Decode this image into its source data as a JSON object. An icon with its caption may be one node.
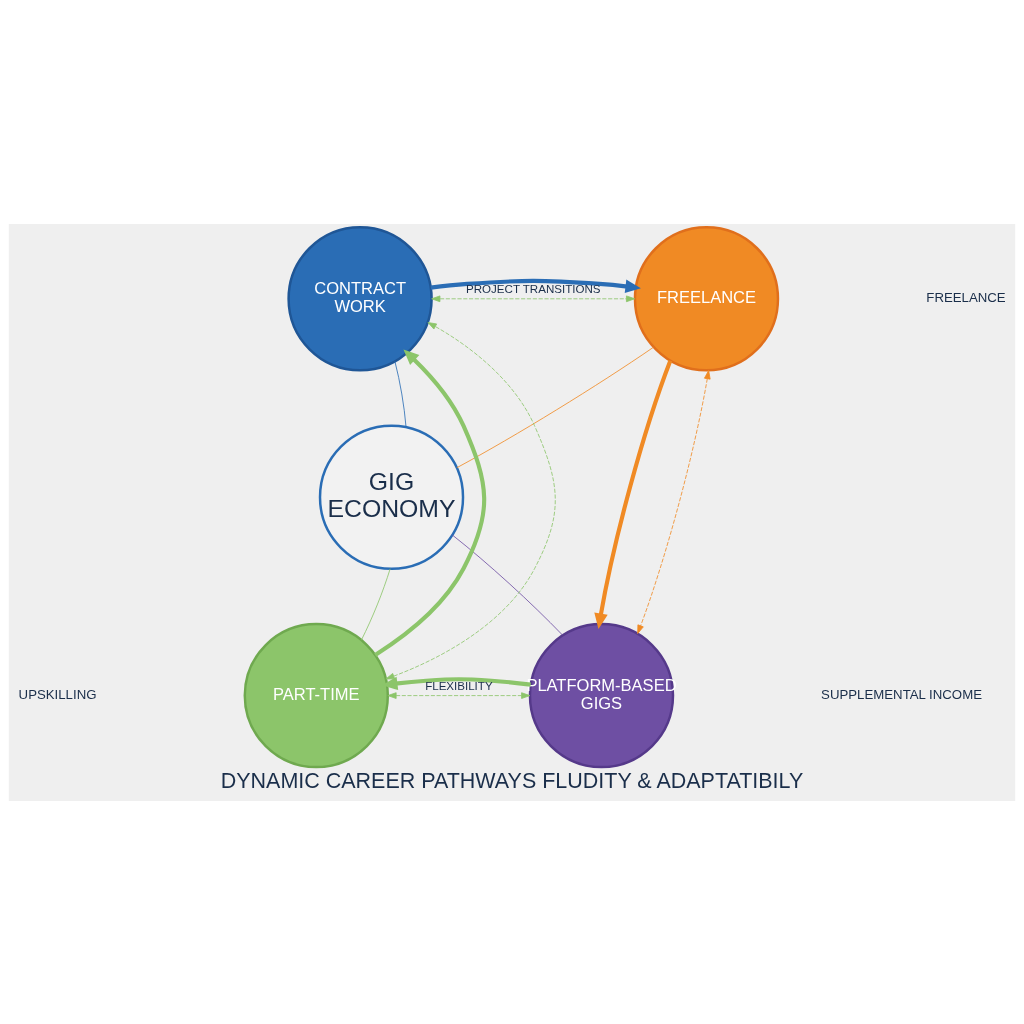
{
  "diagram": {
    "caption": "DYNAMIC CAREER PATHWAYS FLUDITY & ADAPTATIBILY",
    "nodes": [
      {
        "text": [
          "GIG ECONOMY"
        ]
      },
      {
        "text": [
          "CONTRACT WORK"
        ]
      },
      {
        "text": [
          "FREELANCE"
        ]
      },
      {
        "text": [
          "PLATFORM-BASED GIGS"
        ]
      },
      {
        "text": [
          "PART-TIME"
        ]
      }
    ],
    "edges": [
      {
        "from": 1,
        "to": 2,
        "arrow": "to",
        "style": "thick",
        "color": "#2a6db5"
      },
      {
        "from": 1,
        "to": 2,
        "arrow": "both",
        "style": "dashed",
        "label": "PROJECT TRANSITIONS"
      },
      {
        "from": 2,
        "to": 3,
        "arrow": "to",
        "style": "thick",
        "color": "#f08a24"
      },
      {
        "from": 2,
        "to": 3,
        "arrow": "both",
        "style": "dashed",
        "color": "#f08a24"
      },
      {
        "from": 3,
        "to": 4,
        "arrow": "to",
        "style": "thick"
      },
      {
        "from": 4,
        "to": 3,
        "arrow": "both",
        "style": "dashed",
        "label": "FLEXIBILITY"
      },
      {
        "from": 4,
        "to": 1,
        "arrow": "to",
        "style": "thick"
      },
      {
        "from": 4,
        "to": 1,
        "arrow": "both",
        "style": "dashed"
      },
      {
        "from": 1,
        "to": 0,
        "arrow": "none",
        "color": "#2a6db5"
      },
      {
        "from": 2,
        "to": 0,
        "arrow": "none",
        "color": "#f08a24"
      },
      {
        "from": 3,
        "to": 0,
        "arrow": "none",
        "color": "#6e4fa3"
      },
      {
        "from": 4,
        "to": 0,
        "arrow": "none"
      }
    ],
    "labels": [
      "FREELANCE",
      "UPSKILLING",
      "SUPPLEMENTAL INCOME"
    ]
  }
}
